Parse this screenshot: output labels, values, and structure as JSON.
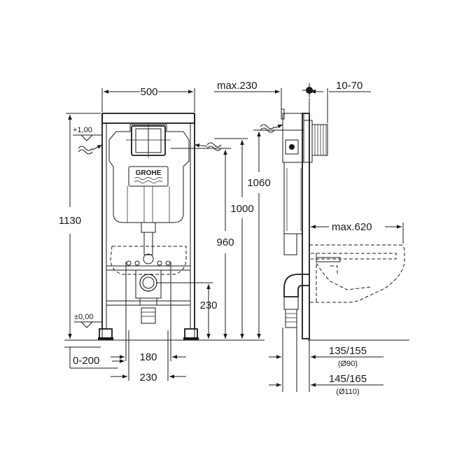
{
  "front_view": {
    "width_label": "500",
    "height_label": "1130",
    "top_level_label": "+1,00",
    "bottom_level_label": "±0,00",
    "h1060_label": "1060",
    "h1000_label": "1000",
    "h960_label": "960",
    "h230_label": "230",
    "offset_label": "0-200",
    "w180_label": "180",
    "w230_label": "230",
    "brand_label": "GROHE"
  },
  "side_view": {
    "max230_label": "max.230",
    "r1070_label": "10-70",
    "max620_label": "max.620",
    "d1_label": "135/155",
    "d1_sub": "(Ø90)",
    "d2_label": "145/165",
    "d2_sub": "(Ø110)"
  }
}
